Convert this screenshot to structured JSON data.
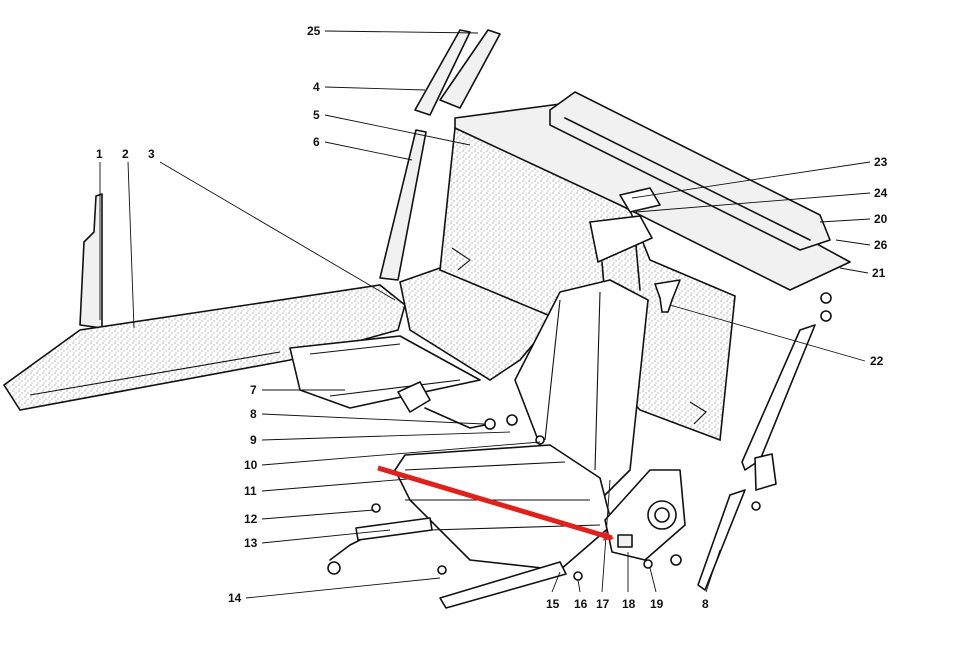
{
  "diagram": {
    "callouts": [
      "1",
      "2",
      "3",
      "4",
      "5",
      "6",
      "7",
      "8",
      "9",
      "10",
      "11",
      "12",
      "13",
      "14",
      "15",
      "16",
      "17",
      "18",
      "19",
      "8",
      "20",
      "21",
      "22",
      "23",
      "24",
      "25",
      "26"
    ],
    "arrow_color": "#e0201b",
    "line_color": "#111111",
    "background": "#ffffff"
  }
}
